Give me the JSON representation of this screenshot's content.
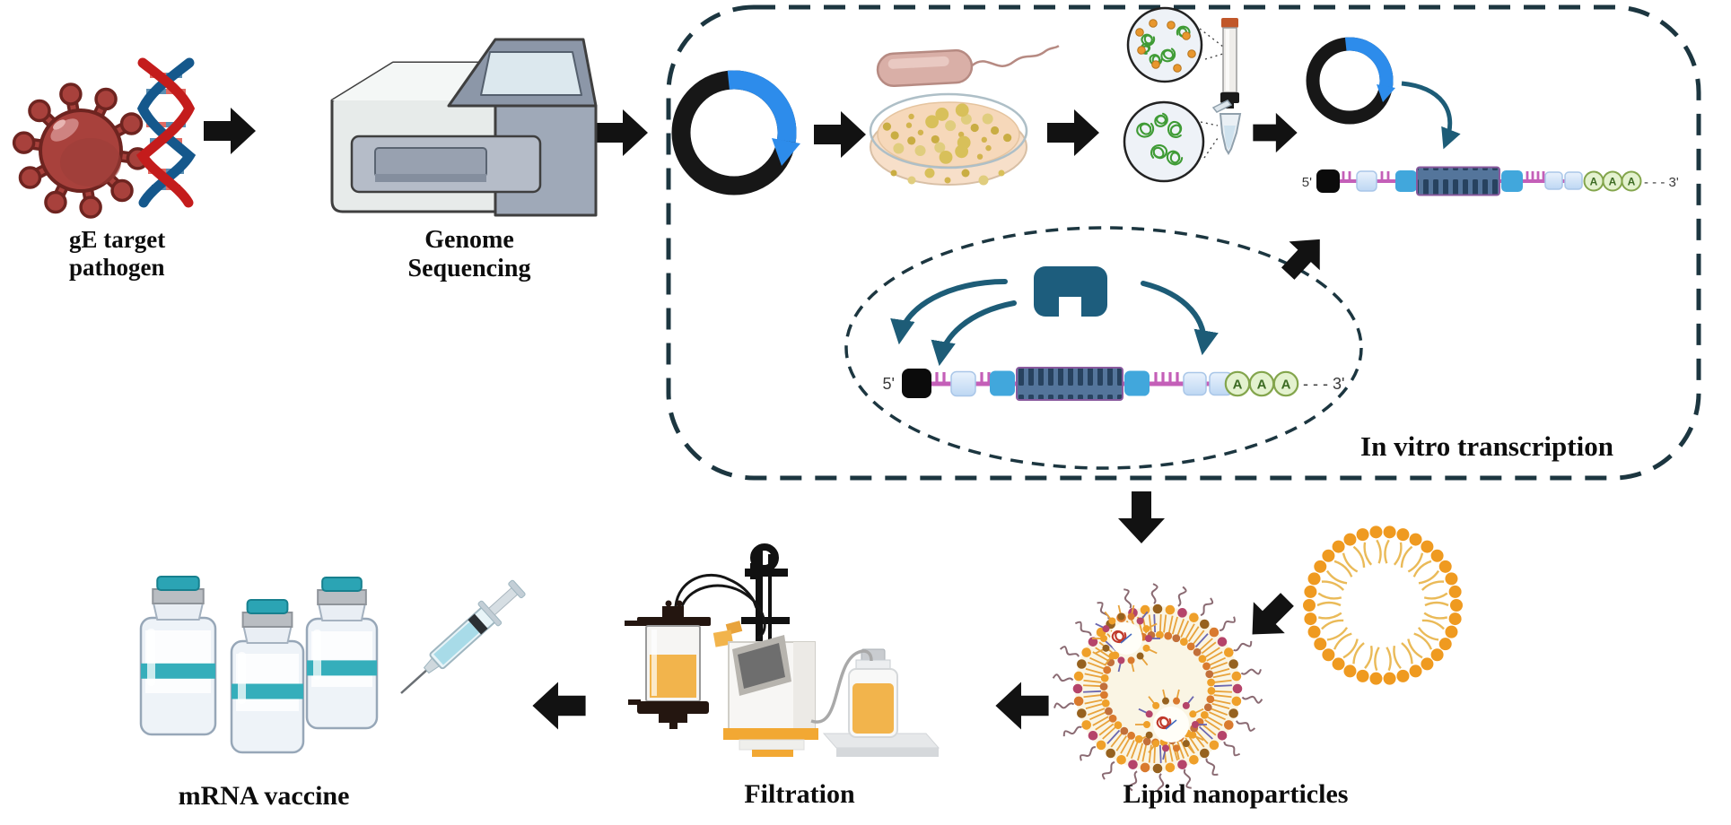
{
  "diagram": {
    "labels": {
      "pathogen_line1": "gE target",
      "pathogen_line2": "pathogen",
      "sequencing_line1": "Genome",
      "sequencing_line2": "Sequencing",
      "in_vitro_transcription": "In vitro transcription",
      "lipid_nanoparticles": "Lipid nanoparticles",
      "filtration": "Filtration",
      "mrna_vaccine": "mRNA vaccine"
    },
    "mrna_construct": {
      "five_prime": "5'",
      "three_prime": "- - - 3'",
      "poly_a": "A"
    },
    "colors": {
      "arrow_black": "#121212",
      "dashed_border": "#1c3640",
      "plasmid_ring": "#171717",
      "plasmid_insert_blue": "#2d8ceb",
      "teal_dark": "#1d5c77",
      "mrna_backbone": "#c45fb8",
      "mrna_flank_blue": "#41a7dc",
      "polya_fill": "#e4f2cf",
      "polya_stroke": "#83a54c",
      "virus_red": "#a8413c",
      "virus_dark": "#6e2420",
      "liposome_head": "#ef9a20",
      "liposome_tail": "#eaba58",
      "lnp_cream": "#faf5e4",
      "lnp_orange": "#efa02a",
      "lnp_orange2": "#d97a2e",
      "lnp_brown": "#96621f",
      "lnp_red": "#b5446a",
      "lnp_tail": "#e8a33c",
      "lnp_tail_blue": "#6b67b0",
      "lnp_peg": "#8a6a72",
      "colony_yellow": "#d2b44e",
      "vial_teal": "#2ba4b4",
      "liquid_orange": "#f2b44c",
      "green_plasmid": "#3f9b35",
      "dot_orange": "#e8972e"
    }
  }
}
